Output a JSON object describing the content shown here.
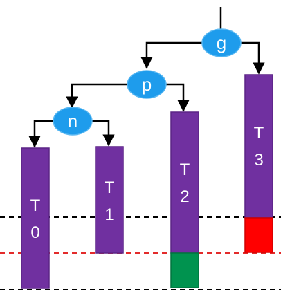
{
  "colors": {
    "node_fill": "#1E9CEC",
    "node_stroke": "#5AB8F2",
    "subtree_fill": "#7030A0",
    "subtree_stroke": "#5B2486",
    "edge": "#000000",
    "level_line_outer": "#000000",
    "level_line_mid": "#E32B2B",
    "extra_green": "#00934F",
    "extra_red": "#FF0000",
    "text": "#ffffff"
  },
  "nodes": {
    "g": "g",
    "p": "p",
    "n": "n"
  },
  "subtrees": {
    "t0": {
      "letter": "T",
      "index": "0"
    },
    "t1": {
      "letter": "T",
      "index": "1"
    },
    "t2": {
      "letter": "T",
      "index": "2"
    },
    "t3": {
      "letter": "T",
      "index": "3"
    }
  }
}
